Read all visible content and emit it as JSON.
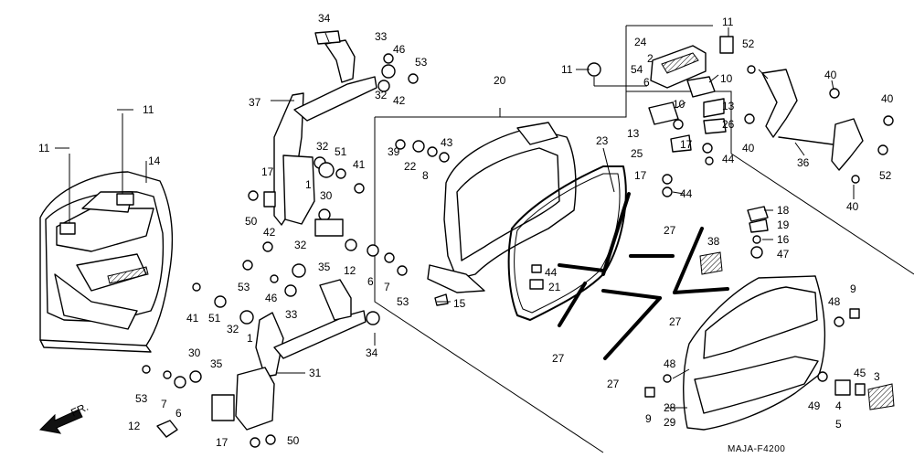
{
  "diagram_code": "MAJA-F4200",
  "front_indicator": "FR.",
  "callouts": [
    {
      "id": "c1",
      "text": "34"
    },
    {
      "id": "c2",
      "text": "33"
    },
    {
      "id": "c3",
      "text": "46"
    },
    {
      "id": "c4",
      "text": "53"
    },
    {
      "id": "c5",
      "text": "32"
    },
    {
      "id": "c6",
      "text": "42"
    },
    {
      "id": "c7",
      "text": "37"
    },
    {
      "id": "c8",
      "text": "11"
    },
    {
      "id": "c9",
      "text": "11"
    },
    {
      "id": "c10",
      "text": "14"
    },
    {
      "id": "c11",
      "text": "32"
    },
    {
      "id": "c12",
      "text": "51"
    },
    {
      "id": "c13",
      "text": "41"
    },
    {
      "id": "c14",
      "text": "17"
    },
    {
      "id": "c15",
      "text": "1"
    },
    {
      "id": "c16",
      "text": "30"
    },
    {
      "id": "c17",
      "text": "50"
    },
    {
      "id": "c18",
      "text": "42"
    },
    {
      "id": "c19",
      "text": "32"
    },
    {
      "id": "c20",
      "text": "35"
    },
    {
      "id": "c21",
      "text": "12"
    },
    {
      "id": "c22",
      "text": "6"
    },
    {
      "id": "c23",
      "text": "7"
    },
    {
      "id": "c24",
      "text": "53"
    },
    {
      "id": "c25",
      "text": "53"
    },
    {
      "id": "c26",
      "text": "46"
    },
    {
      "id": "c27",
      "text": "33"
    },
    {
      "id": "c28",
      "text": "41"
    },
    {
      "id": "c29",
      "text": "51"
    },
    {
      "id": "c30",
      "text": "32"
    },
    {
      "id": "c31",
      "text": "1"
    },
    {
      "id": "c32",
      "text": "34"
    },
    {
      "id": "c33",
      "text": "30"
    },
    {
      "id": "c34",
      "text": "35"
    },
    {
      "id": "c35",
      "text": "31"
    },
    {
      "id": "c36",
      "text": "53"
    },
    {
      "id": "c37",
      "text": "7"
    },
    {
      "id": "c38",
      "text": "6"
    },
    {
      "id": "c39",
      "text": "12"
    },
    {
      "id": "c40",
      "text": "17"
    },
    {
      "id": "c41",
      "text": "50"
    },
    {
      "id": "c42",
      "text": "20"
    },
    {
      "id": "c43",
      "text": "39"
    },
    {
      "id": "c44",
      "text": "43"
    },
    {
      "id": "c45",
      "text": "22"
    },
    {
      "id": "c46",
      "text": "8"
    },
    {
      "id": "c47",
      "text": "23"
    },
    {
      "id": "c48",
      "text": "44"
    },
    {
      "id": "c49",
      "text": "21"
    },
    {
      "id": "c50",
      "text": "15"
    },
    {
      "id": "c51",
      "text": "27"
    },
    {
      "id": "c52",
      "text": "27"
    },
    {
      "id": "c53",
      "text": "27"
    },
    {
      "id": "c54",
      "text": "27"
    },
    {
      "id": "c55",
      "text": "38"
    },
    {
      "id": "c56",
      "text": "11"
    },
    {
      "id": "c57",
      "text": "24"
    },
    {
      "id": "c58",
      "text": "2"
    },
    {
      "id": "c59",
      "text": "54"
    },
    {
      "id": "c60",
      "text": "6"
    },
    {
      "id": "c61",
      "text": "11"
    },
    {
      "id": "c62",
      "text": "52"
    },
    {
      "id": "c63",
      "text": "10"
    },
    {
      "id": "c64",
      "text": "10"
    },
    {
      "id": "c65",
      "text": "13"
    },
    {
      "id": "c66",
      "text": "13"
    },
    {
      "id": "c67",
      "text": "26"
    },
    {
      "id": "c68",
      "text": "25"
    },
    {
      "id": "c69",
      "text": "17"
    },
    {
      "id": "c70",
      "text": "44"
    },
    {
      "id": "c71",
      "text": "17"
    },
    {
      "id": "c72",
      "text": "44"
    },
    {
      "id": "c73",
      "text": "40"
    },
    {
      "id": "c74",
      "text": "40"
    },
    {
      "id": "c75",
      "text": "40"
    },
    {
      "id": "c76",
      "text": "36"
    },
    {
      "id": "c77",
      "text": "52"
    },
    {
      "id": "c78",
      "text": "40"
    },
    {
      "id": "c79",
      "text": "18"
    },
    {
      "id": "c80",
      "text": "19"
    },
    {
      "id": "c81",
      "text": "16"
    },
    {
      "id": "c82",
      "text": "47"
    },
    {
      "id": "c83",
      "text": "9"
    },
    {
      "id": "c84",
      "text": "48"
    },
    {
      "id": "c85",
      "text": "48"
    },
    {
      "id": "c86",
      "text": "9"
    },
    {
      "id": "c87",
      "text": "28"
    },
    {
      "id": "c88",
      "text": "29"
    },
    {
      "id": "c89",
      "text": "49"
    },
    {
      "id": "c90",
      "text": "45"
    },
    {
      "id": "c91",
      "text": "3"
    },
    {
      "id": "c92",
      "text": "4"
    },
    {
      "id": "c93",
      "text": "5"
    }
  ]
}
